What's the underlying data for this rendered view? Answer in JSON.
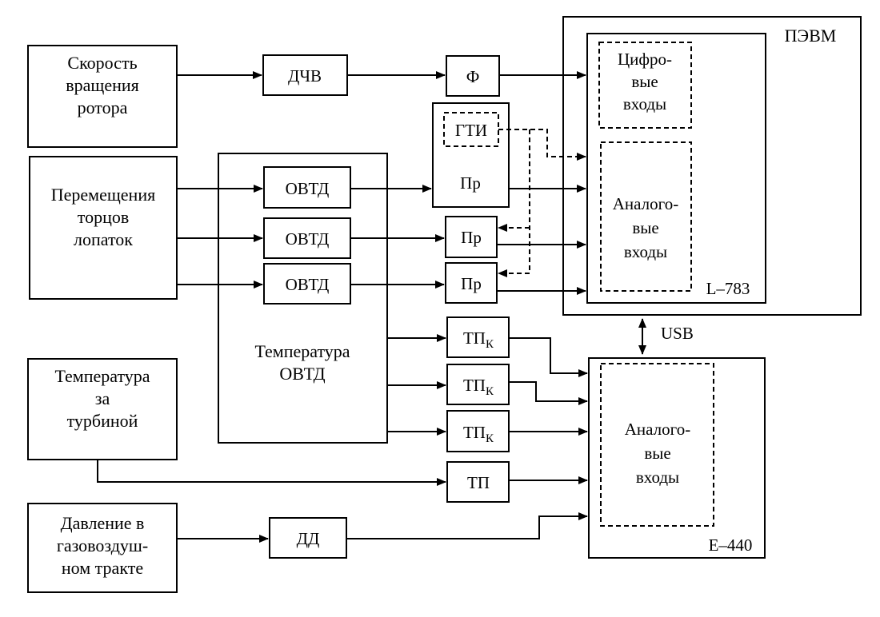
{
  "diagram": {
    "sources": {
      "rotor_speed": [
        "Скорость",
        "вращения",
        "ротора"
      ],
      "blade_tip_displacement": [
        "Перемещения",
        "торцов",
        "лопаток"
      ],
      "turbine_exit_temperature": [
        "Температура",
        "за",
        "турбиной"
      ],
      "gas_air_path_pressure": [
        "Давление в",
        "газовоздуш-",
        "ном тракте"
      ]
    },
    "blocks": {
      "dchv": "ДЧВ",
      "filter": "Ф",
      "gti": "ГТИ",
      "pr": "Пр",
      "ovtd": "ОВТД",
      "ovtd_temperature": [
        "Температура",
        "ОВТД"
      ],
      "tp": "ТП",
      "tpk_main": "ТП",
      "tpk_sub": "К",
      "dd": "ДД"
    },
    "pc": {
      "title": "ПЭВМ",
      "board": "L–783",
      "digital_inputs": [
        "Цифро-",
        "вые",
        "входы"
      ],
      "analog_inputs": [
        "Аналого-",
        "вые",
        "входы"
      ]
    },
    "e440": {
      "label": "E–440",
      "analog_inputs": [
        "Аналого-",
        "вые",
        "входы"
      ]
    },
    "link_label": "USB"
  }
}
